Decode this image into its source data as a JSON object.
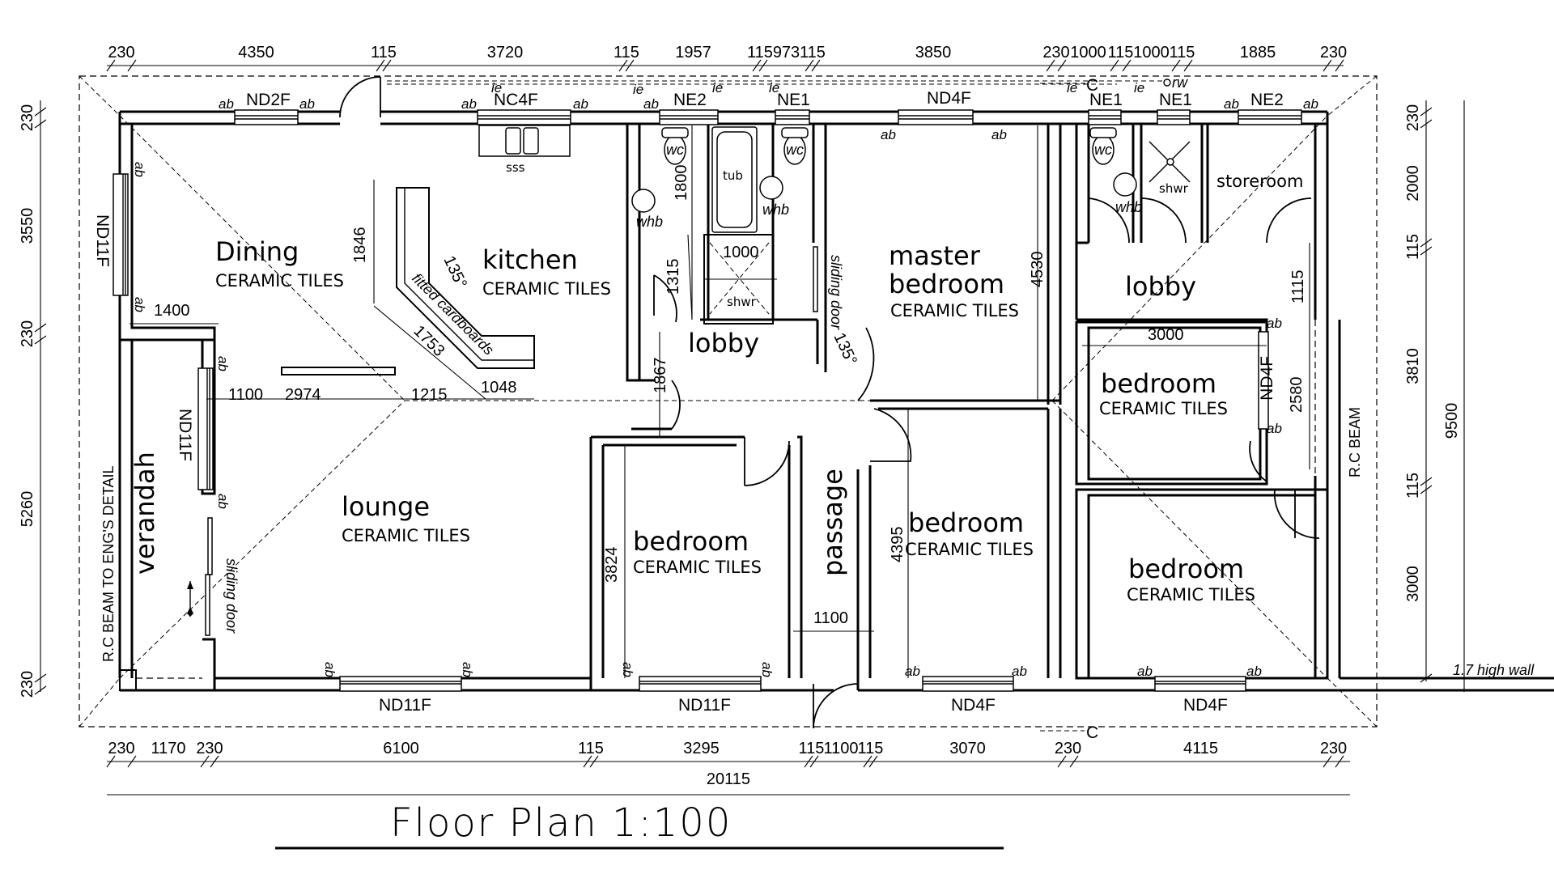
{
  "title": "Floor Plan 1:100",
  "dimensions": {
    "top": [
      "230",
      "4350",
      "115",
      "3720",
      "115",
      "1957",
      "115",
      "973",
      "115",
      "3850",
      "230",
      "1000",
      "115",
      "1000",
      "115",
      "1885",
      "230"
    ],
    "bottom": [
      "230",
      "1170",
      "230",
      "6100",
      "115",
      "3295",
      "115",
      "1100",
      "115",
      "3070",
      "230",
      "4115",
      "230"
    ],
    "bottom_total": "20115",
    "left": [
      "230",
      "3550",
      "230",
      "5260",
      "230"
    ],
    "right": [
      "230",
      "2000",
      "115",
      "3810",
      "115",
      "3000"
    ],
    "right_total": "9500",
    "interior": {
      "dining_width": "1400",
      "lounge_1100": "1100",
      "lounge_2974": "2974",
      "lounge_1215": "1215",
      "counter_1048": "1048",
      "counter_1846": "1846",
      "counter_1753": "1753",
      "counter_angle": "135°",
      "bath_1800": "1800",
      "bath_1315": "1315",
      "shower_1000": "1000",
      "lobby_1867": "1867",
      "master_4530": "4530",
      "door_angle": "135°",
      "bedroom2_3824": "3824",
      "passage_1100": "1100",
      "bedroom3_4395": "4395",
      "east_lobby_1115": "1115",
      "bedroom4_3000": "3000",
      "bedroom4_2580": "2580"
    }
  },
  "rooms": {
    "dining": {
      "name": "Dining",
      "floor": "CERAMIC TILES"
    },
    "kitchen": {
      "name": "kitchen",
      "floor": "CERAMIC TILES"
    },
    "lounge": {
      "name": "lounge",
      "floor": "CERAMIC TILES"
    },
    "verandah": {
      "name": "verandah"
    },
    "lobby_west": {
      "name": "lobby"
    },
    "master_bedroom": {
      "name_line1": "master",
      "name_line2": "bedroom",
      "floor": "CERAMIC TILES"
    },
    "bedroom_center": {
      "name": "bedroom",
      "floor": "CERAMIC TILES"
    },
    "passage": {
      "name": "passage"
    },
    "bedroom_mid": {
      "name": "bedroom",
      "floor": "CERAMIC TILES"
    },
    "lobby_east": {
      "name": "lobby"
    },
    "bedroom_ne": {
      "name": "bedroom",
      "floor": "CERAMIC TILES"
    },
    "bedroom_se": {
      "name": "bedroom",
      "floor": "CERAMIC TILES"
    },
    "storeroom": {
      "name": "storeroom"
    }
  },
  "windows": {
    "nd2f": "ND2F",
    "nc4f": "NC4F",
    "ne2_a": "NE2",
    "ne1_a": "NE1",
    "nd4f_master": "ND4F",
    "ne1_b": "NE1",
    "ne1_c": "NE1",
    "ne2_b": "NE2",
    "nd11f_west": "ND11F",
    "nd11f_verandah": "ND11F",
    "nd11f_lounge": "ND11F",
    "nd11f_bedroom": "ND11F",
    "nd4f_bedroom_mid": "ND4F",
    "nd4f_bedroom_se": "ND4F",
    "nd4f_bedroom_ne": "ND4F"
  },
  "fixtures": {
    "ab": "ab",
    "ie": "ie",
    "rw": "rw",
    "sink": "sss",
    "wc": "wc",
    "whb": "whb",
    "tub": "tub",
    "shower": "shwr",
    "fitted": "fitted cardboards",
    "sliding_door": "sliding door",
    "section_marker": "C"
  },
  "notes": {
    "rc_beam_eng": "R.C BEAM TO ENG'S DETAIL",
    "rc_beam": "R.C BEAM",
    "high_wall": "1.7 high wall"
  }
}
